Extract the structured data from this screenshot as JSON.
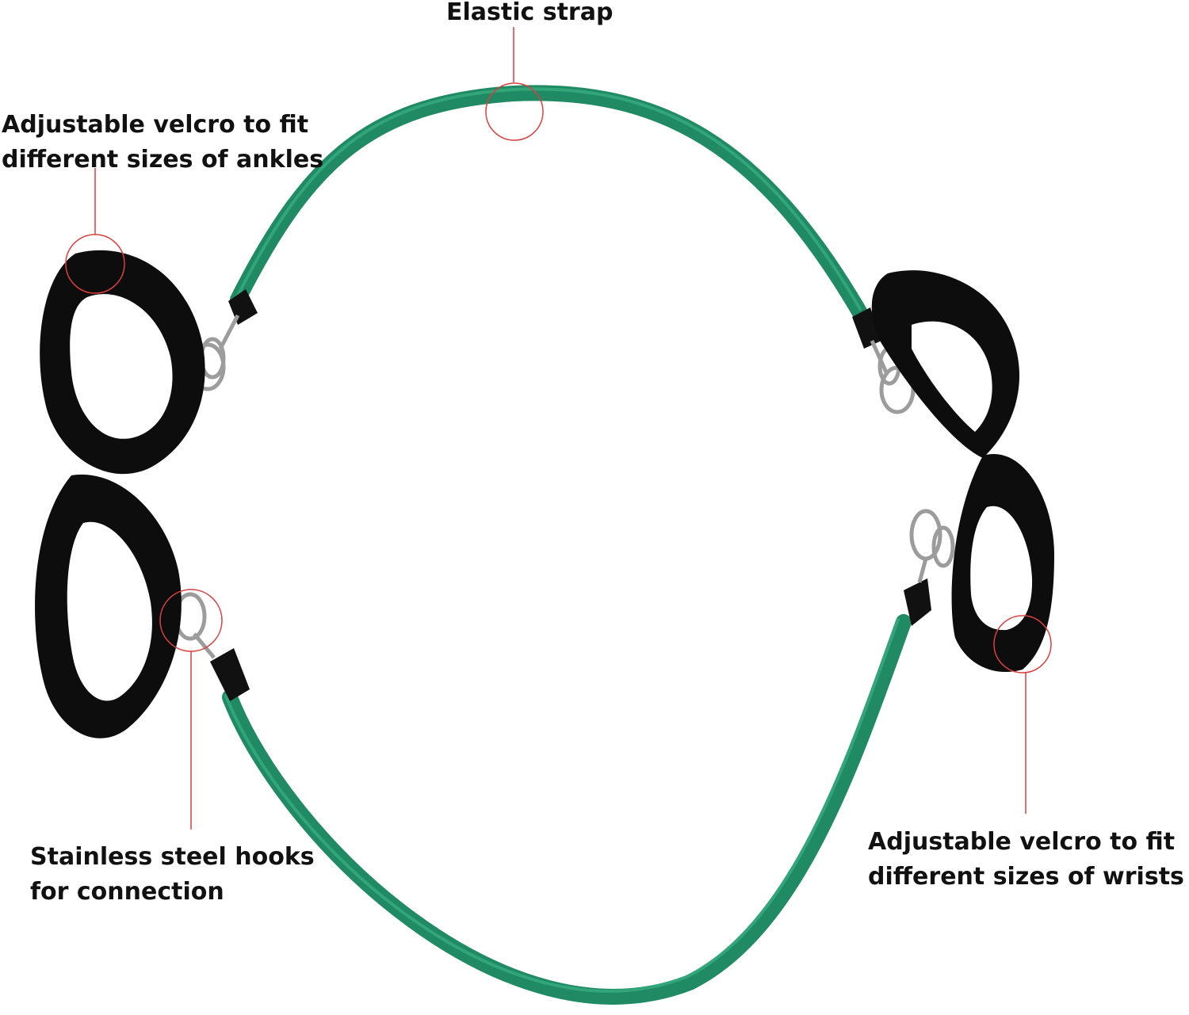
{
  "labels": {
    "elastic": "Elastic strap",
    "ankles": [
      "Adjustable velcro to fit",
      "different sizes of ankles"
    ],
    "hooks": [
      "Stainless steel hooks",
      "for connection"
    ],
    "wrists": [
      "Adjustable velcro to fit",
      "different sizes of wrists"
    ]
  },
  "colors": {
    "band": "#1f8a63",
    "band_dark": "#146a4a",
    "strap": "#0d0d0d",
    "callout": "#d94040",
    "metal": "#a9a9a9"
  }
}
